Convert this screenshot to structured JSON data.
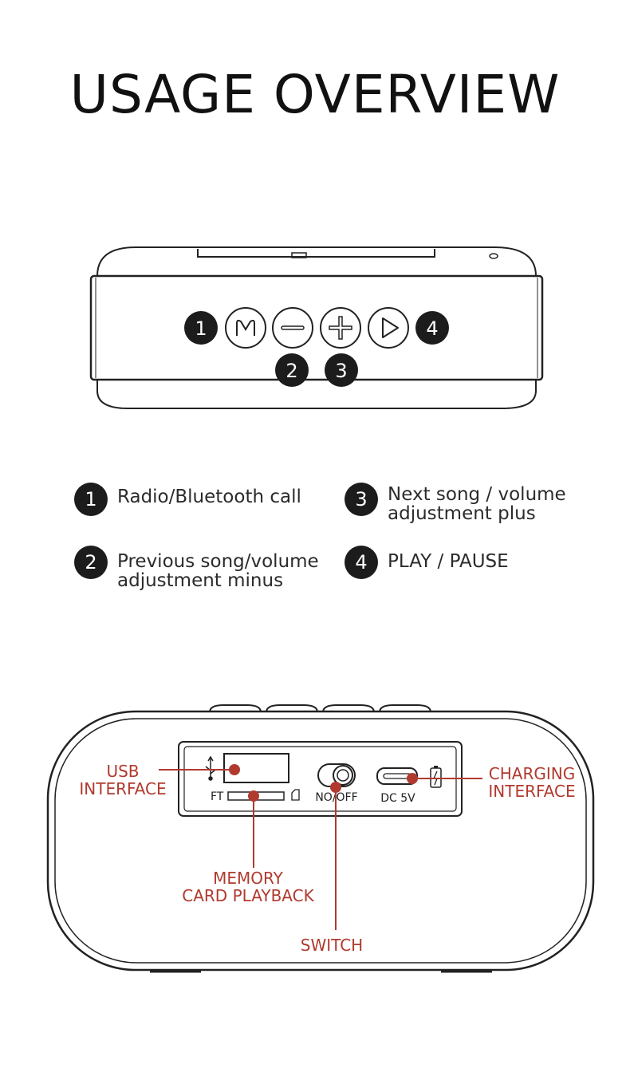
{
  "title": "USAGE OVERVIEW",
  "top_view": {
    "badges": {
      "b1": "1",
      "b2": "2",
      "b3": "3",
      "b4": "4"
    }
  },
  "legend": [
    {
      "num": "1",
      "line1": "Radio/Bluetooth call",
      "line2": ""
    },
    {
      "num": "3",
      "line1": "Next song / volume",
      "line2": "adjustment plus"
    },
    {
      "num": "2",
      "line1": "Previous song/volume",
      "line2": "adjustment minus"
    },
    {
      "num": "4",
      "line1": "PLAY / PAUSE",
      "line2": ""
    }
  ],
  "back_panel": {
    "ft_label": "FT",
    "switch_label": "NO/OFF",
    "dc_label": "DC 5V"
  },
  "callouts": {
    "usb": [
      "USB",
      "INTERFACE"
    ],
    "charging": [
      "CHARGING",
      "INTERFACE"
    ],
    "memory": [
      "MEMORY",
      "CARD PLAYBACK"
    ],
    "switch": "SWITCH"
  },
  "colors": {
    "accent": "#b03a2e",
    "badge": "#1c1c1c",
    "line": "#222222"
  }
}
